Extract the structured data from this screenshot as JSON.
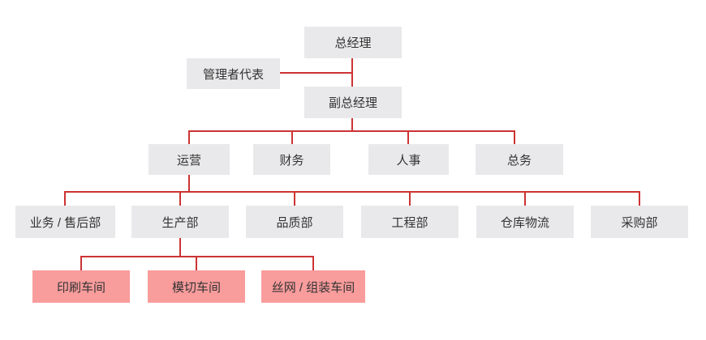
{
  "org": {
    "general_manager": {
      "label": "总经理"
    },
    "management_representative": {
      "label": "管理者代表"
    },
    "deputy_general_manager": {
      "label": "副总经理"
    },
    "divisions": [
      {
        "label": "运营"
      },
      {
        "label": "财务"
      },
      {
        "label": "人事"
      },
      {
        "label": "总务"
      }
    ],
    "departments": [
      {
        "label": "业务 / 售后部"
      },
      {
        "label": "生产部"
      },
      {
        "label": "品质部"
      },
      {
        "label": "工程部"
      },
      {
        "label": "仓库物流"
      },
      {
        "label": "采购部"
      }
    ],
    "workshops": [
      {
        "label": "印刷车间"
      },
      {
        "label": "模切车间"
      },
      {
        "label": "丝网 / 组装车间"
      }
    ]
  },
  "colors": {
    "node_background": "#e9e9eb",
    "workshop_background": "#f99c9c",
    "connector_line": "#cc3333",
    "node_text": "#333333",
    "canvas_background": "#ffffff"
  }
}
